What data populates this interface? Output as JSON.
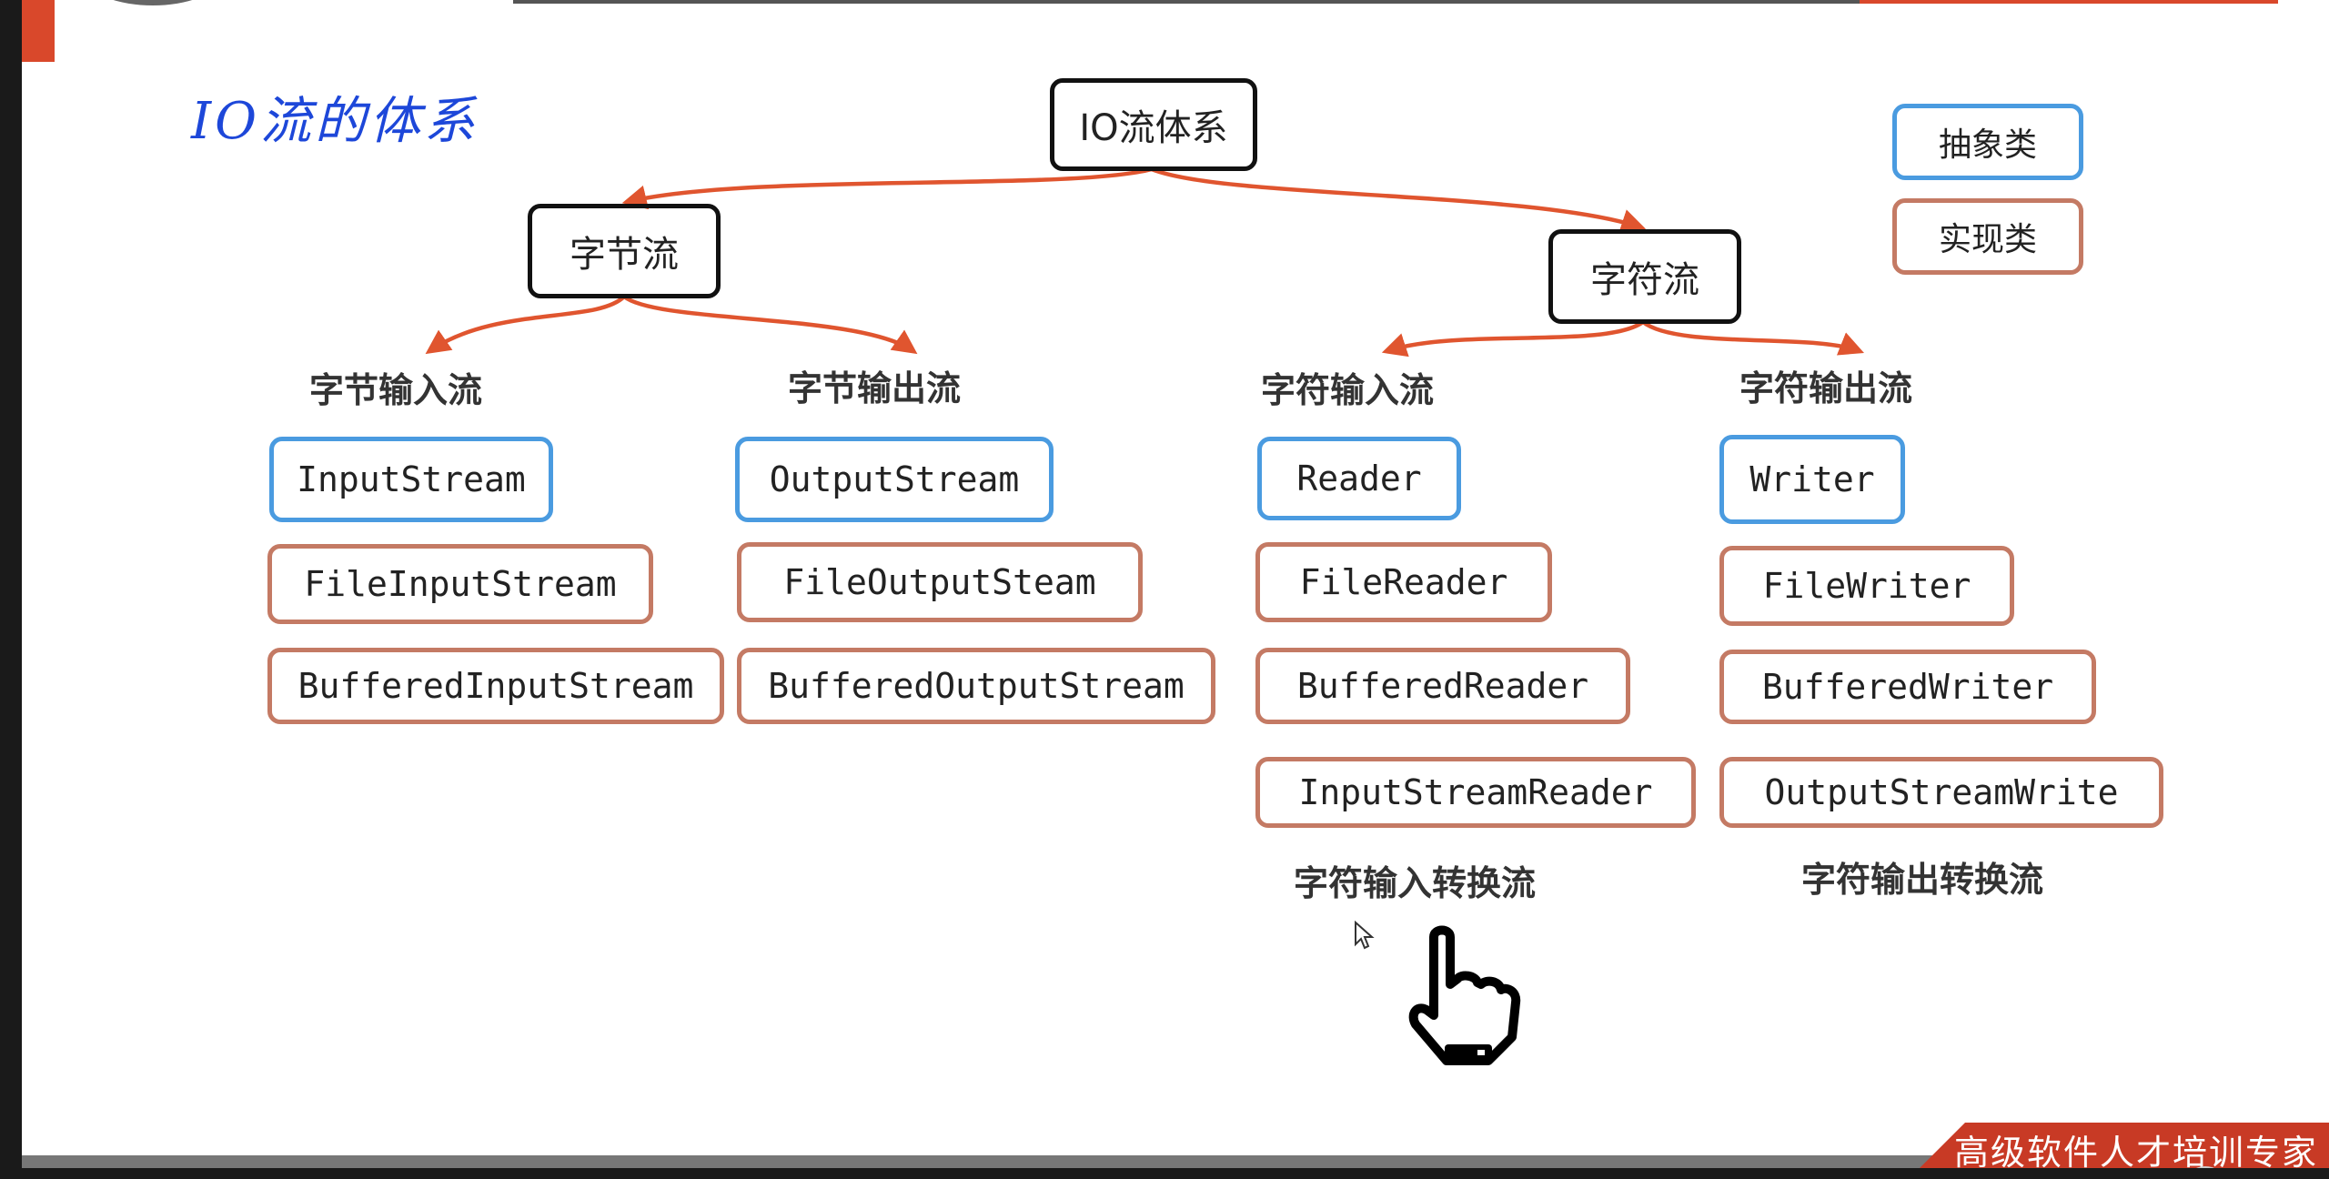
{
  "heading": "IO流的体系",
  "root": "IO流体系",
  "branches": {
    "byte": "字节流",
    "char": "字符流"
  },
  "categories": {
    "byte_input": "字节输入流",
    "byte_output": "字节输出流",
    "char_input": "字符输入流",
    "char_output": "字符输出流"
  },
  "classes": {
    "byte_input": [
      "InputStream",
      "FileInputStream",
      "BufferedInputStream"
    ],
    "byte_output": [
      "OutputStream",
      "FileOutputSteam",
      "BufferedOutputStream"
    ],
    "char_input": [
      "Reader",
      "FileReader",
      "BufferedReader",
      "InputStreamReader"
    ],
    "char_output": [
      "Writer",
      "FileWriter",
      "BufferedWriter",
      "OutputStreamWrite"
    ]
  },
  "conversion_labels": {
    "input": "字符输入转换流",
    "output": "字符输出转换流"
  },
  "legend": {
    "abstract": "抽象类",
    "impl": "实现类"
  },
  "footer": "高级软件人才培训专家",
  "colors": {
    "abstract_border": "#4a9be0",
    "impl_border": "#c47a64",
    "arrow": "#e0552f",
    "heading": "#1d47d9",
    "footer_banner": "#c83a25"
  }
}
